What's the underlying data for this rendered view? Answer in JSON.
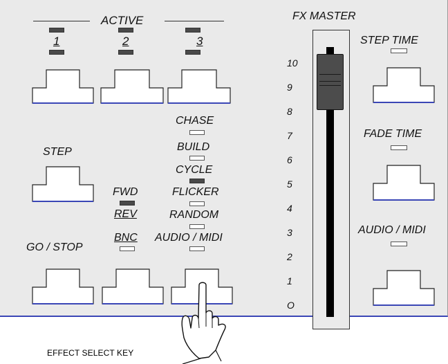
{
  "active": {
    "label": "ACTIVE",
    "keys": [
      "1",
      "2",
      "3"
    ]
  },
  "fx_master": {
    "label": "FX MASTER",
    "scale": [
      "10",
      "9",
      "8",
      "7",
      "6",
      "5",
      "4",
      "3",
      "2",
      "1",
      "O"
    ],
    "level": 0.95
  },
  "effects": {
    "items": [
      {
        "label": "CHASE",
        "led": "off"
      },
      {
        "label": "BUILD",
        "led": "off"
      },
      {
        "label": "CYCLE",
        "led": "on"
      },
      {
        "label": "FLICKER",
        "led": "off"
      },
      {
        "label": "RANDOM",
        "led": "off"
      },
      {
        "label": "AUDIO / MIDI",
        "led": "off"
      }
    ]
  },
  "direction": {
    "items": [
      {
        "label": "FWD",
        "led": "on"
      },
      {
        "label": "REV",
        "led": "off"
      },
      {
        "label": "BNC",
        "led": "off"
      }
    ]
  },
  "left_keys": {
    "step_label": "STEP",
    "go_stop_label": "GO / STOP"
  },
  "right_keys": {
    "step_time_label": "STEP TIME",
    "fade_time_label": "FADE TIME",
    "audio_midi_label": "AUDIO / MIDI"
  },
  "caption": "EFFECT SELECT KEY",
  "colors": {
    "panel": "#eaeaea",
    "key_outline": "#3a46b6",
    "led_on": "#4a4a4a",
    "led_off": "#ffffff"
  }
}
